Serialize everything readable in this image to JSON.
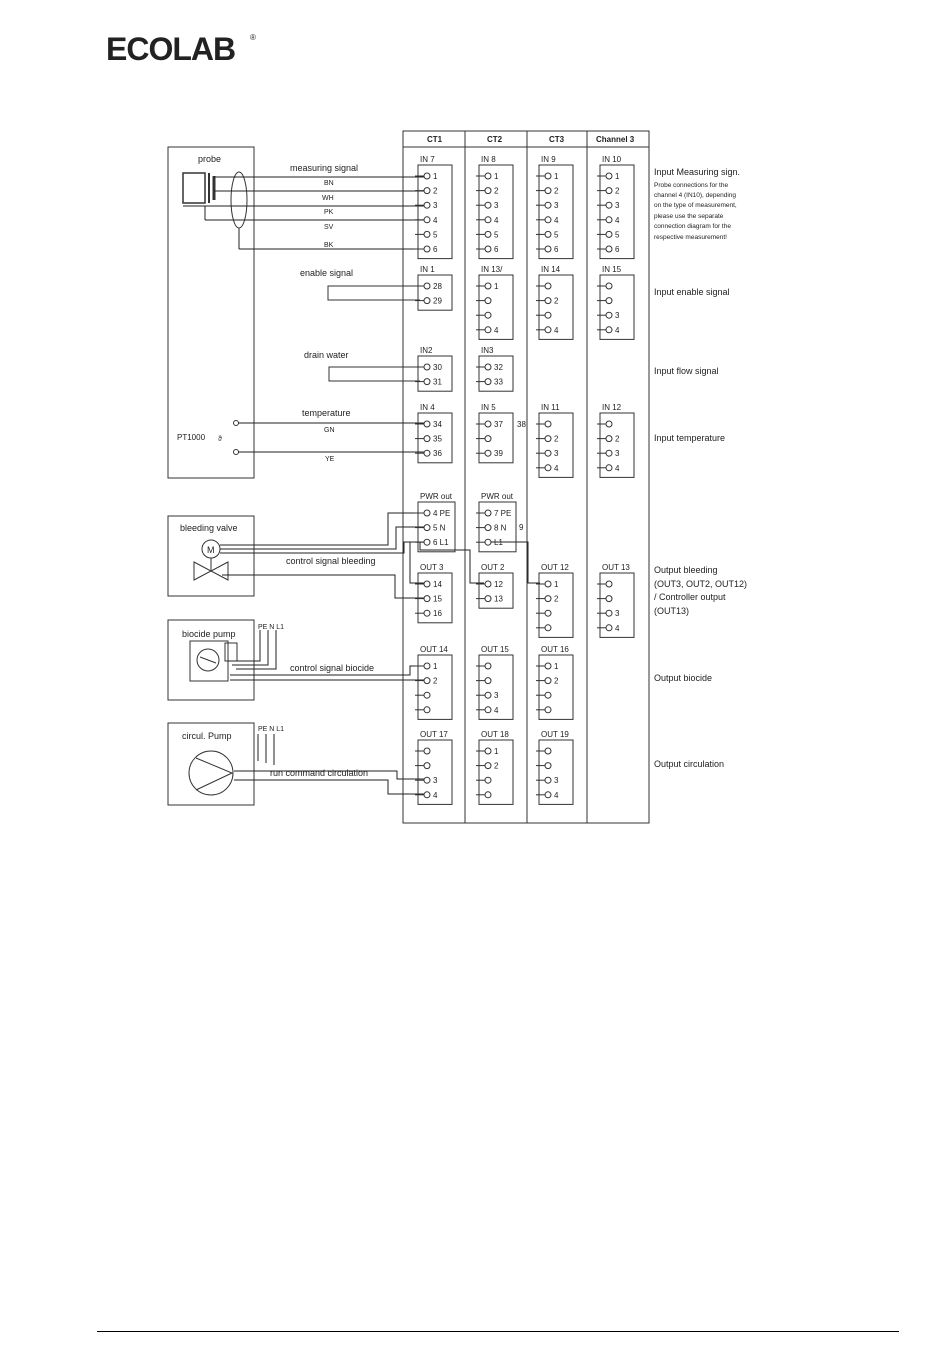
{
  "header": {
    "logo_text": "ECOLAB",
    "logo_mark": "®",
    "logo_color": "#0b5eb5"
  },
  "columns": [
    "CT1",
    "CT2",
    "CT3",
    "Channel 3"
  ],
  "devices": {
    "probe": "probe",
    "pt1000": "PT1000",
    "bleeding_valve": "bleeding valve",
    "motor": "M",
    "biocide_pump": "biocide pump",
    "circul_pump": "circul. Pump",
    "pe_n_l1": "PE N L1"
  },
  "signals": {
    "measuring_signal": "measuring signal",
    "wires": [
      "BN",
      "WH",
      "PK",
      "SV",
      "BK"
    ],
    "enable_signal": "enable signal",
    "drain_water": "drain water",
    "temperature": "temperature",
    "temp_wires": [
      "GN",
      "YE"
    ],
    "control_bleeding": "control signal bleeding",
    "control_biocide": "control signal biocide",
    "run_circulation": "run command circulation"
  },
  "blocks": {
    "r1": [
      {
        "label": "IN 7",
        "terms": [
          "1",
          "2",
          "3",
          "4",
          "5",
          "6"
        ]
      },
      {
        "label": "IN 8",
        "terms": [
          "1",
          "2",
          "3",
          "4",
          "5",
          "6"
        ]
      },
      {
        "label": "IN 9",
        "terms": [
          "1",
          "2",
          "3",
          "4",
          "5",
          "6"
        ]
      },
      {
        "label": "IN 10",
        "terms": [
          "1",
          "2",
          "3",
          "4",
          "5",
          "6"
        ]
      }
    ],
    "r2": [
      {
        "label": "IN 1",
        "terms": [
          "28",
          "29"
        ]
      },
      {
        "label": "IN 13/",
        "terms": [
          "1",
          "",
          "",
          "4"
        ]
      },
      {
        "label": "IN 14",
        "terms": [
          "",
          "2",
          "",
          "4"
        ]
      },
      {
        "label": "IN 15",
        "terms": [
          "",
          "",
          "3",
          "4"
        ]
      }
    ],
    "r3": [
      {
        "label": "IN2",
        "terms": [
          "30",
          "31"
        ]
      },
      {
        "label": "IN3",
        "terms": [
          "32",
          "33"
        ]
      }
    ],
    "r4": [
      {
        "label": "IN 4",
        "terms": [
          "34",
          "35",
          "36"
        ]
      },
      {
        "label": "IN 5",
        "terms": [
          "37",
          "",
          "39"
        ]
      },
      {
        "label": "IN 11",
        "terms": [
          "",
          "2",
          "3",
          "4"
        ]
      },
      {
        "label": "IN 12",
        "terms": [
          "",
          "2",
          "3",
          "4"
        ]
      }
    ],
    "extra_38": "38",
    "pwr": [
      {
        "label": "PWR out",
        "terms": [
          "4 PE",
          "5 N",
          "6 L1"
        ]
      },
      {
        "label": "PWR out",
        "terms": [
          "7 PE",
          "8 N",
          "L1"
        ]
      }
    ],
    "extra_9": "9",
    "r5": [
      {
        "label": "OUT 3",
        "terms": [
          "14",
          "15",
          "16"
        ]
      },
      {
        "label": "OUT 2",
        "terms": [
          "12",
          "13"
        ]
      },
      {
        "label": "OUT 12",
        "terms": [
          "1",
          "2",
          "",
          ""
        ]
      },
      {
        "label": "OUT 13",
        "terms": [
          "",
          "",
          "3",
          "4"
        ]
      }
    ],
    "r6": [
      {
        "label": "OUT 14",
        "terms": [
          "1",
          "2",
          "",
          ""
        ]
      },
      {
        "label": "OUT 15",
        "terms": [
          "",
          "",
          "3",
          "4"
        ]
      },
      {
        "label": "OUT 16",
        "terms": [
          "1",
          "2",
          "",
          ""
        ]
      }
    ],
    "r7": [
      {
        "label": "OUT 17",
        "terms": [
          "",
          "",
          "3",
          "4"
        ]
      },
      {
        "label": "OUT 18",
        "terms": [
          "1",
          "2",
          "",
          ""
        ]
      },
      {
        "label": "OUT 19",
        "terms": [
          "",
          "",
          "3",
          "4"
        ]
      }
    ]
  },
  "descriptions": {
    "measuring": "Input Measuring sign.",
    "measuring_note": [
      "Probe connections for the",
      "channel 4 (IN10), depending",
      "on the type of measurement,",
      "please use the separate",
      "connection diagram for the",
      "respective measurement!"
    ],
    "enable": "Input enable signal",
    "flow": "Input flow signal",
    "temperature": "Input temperature",
    "bleeding": [
      "Output bleeding",
      "(OUT3, OUT2, OUT12)",
      "/ Controller output",
      "(OUT13)"
    ],
    "biocide": "Output biocide",
    "circulation": "Output circulation"
  }
}
